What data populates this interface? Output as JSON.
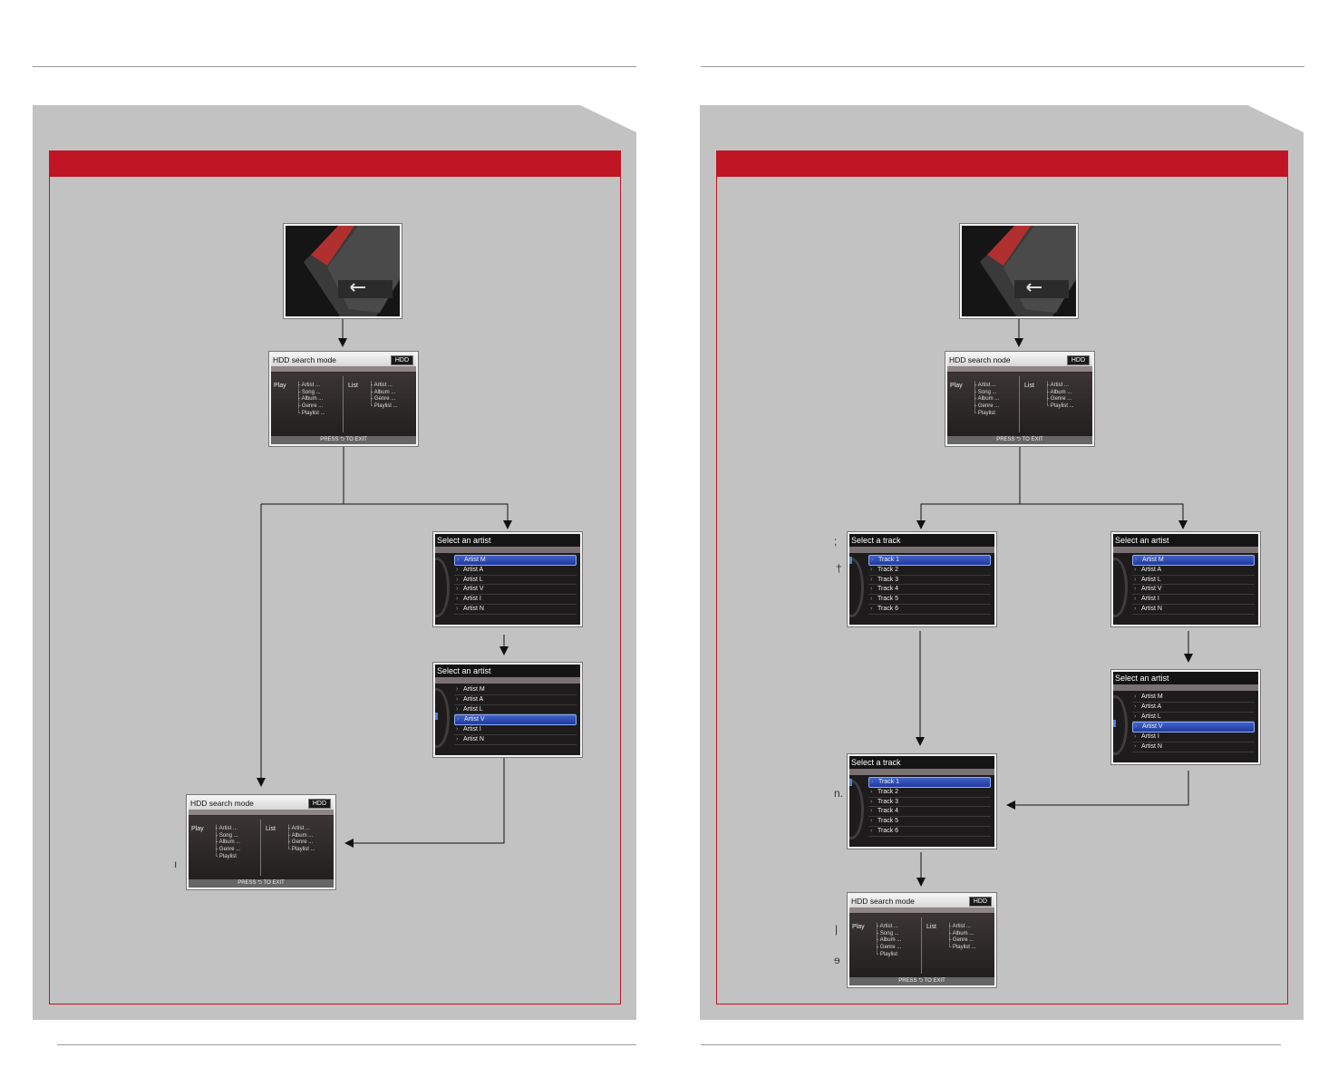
{
  "pages": [
    {
      "press_thumb": {
        "icon": "back-button-icon"
      },
      "hdd_menu": {
        "title": "HDD search mode",
        "badge": "HDD",
        "play_label": "Play",
        "play_items": [
          "Artist ...",
          "Song ...",
          "Album ...",
          "Genre ...",
          "Playlist ..."
        ],
        "list_label": "List",
        "list_items": [
          "Artist ...",
          "Album ...",
          "Genre ...",
          "Playlist ..."
        ],
        "footer": "PRESS ⮌ TO EXIT"
      },
      "artist_screen_1": {
        "title": "Select an artist",
        "items": [
          "Artist M",
          "Artist A",
          "Artist L",
          "Artist V",
          "Artist I",
          "Artist N"
        ],
        "selected_index": 0
      },
      "artist_screen_2": {
        "title": "Select an artist",
        "items": [
          "Artist M",
          "Artist A",
          "Artist L",
          "Artist V",
          "Artist I",
          "Artist N"
        ],
        "selected_index": 3
      },
      "hdd_menu_result": {
        "title": "HDD search mode",
        "badge": "HDD",
        "play_label": "Play",
        "play_items": [
          "Artist ...",
          "Song ...",
          "Album ...",
          "Genre ...",
          "Playlist"
        ],
        "list_label": "List",
        "list_items": [
          "Artist ...",
          "Album ...",
          "Genre ...",
          "Playlist ..."
        ],
        "footer": "PRESS ⮌ TO EXIT"
      }
    },
    {
      "press_thumb": {
        "icon": "back-button-icon"
      },
      "hdd_menu": {
        "title": "HDD search node",
        "badge": "HDD",
        "play_label": "Play",
        "play_items": [
          "Artist ...",
          "Song ...",
          "Album ...",
          "Genre ...",
          "Playlist"
        ],
        "list_label": "List",
        "list_items": [
          "Artist ...",
          "Album ...",
          "Genre ...",
          "Playlist ..."
        ],
        "footer": "PRESS ⮌ TO EXIT"
      },
      "track_screen_1": {
        "title": "Select a track",
        "items": [
          "Track 1",
          "Track 2",
          "Track 3",
          "Track 4",
          "Track 5",
          "Track 6"
        ],
        "selected_index": 0
      },
      "artist_screen_1": {
        "title": "Select an artist",
        "items": [
          "Artist M",
          "Artist A",
          "Artist L",
          "Artist V",
          "Artist I",
          "Artist N"
        ],
        "selected_index": 0
      },
      "artist_screen_2": {
        "title": "Select an artist",
        "items": [
          "Artist M",
          "Artist A",
          "Artist L",
          "Artist V",
          "Artist I",
          "Artist N"
        ],
        "selected_index": 3
      },
      "track_screen_2": {
        "title": "Select a track",
        "items": [
          "Track 1",
          "Track 2",
          "Track 3",
          "Track 4",
          "Track 5",
          "Track 6"
        ],
        "selected_index": 0
      },
      "hdd_menu_result": {
        "title": "HDD search mode",
        "badge": "HDD",
        "play_label": "Play",
        "play_items": [
          "Artist ...",
          "Song ...",
          "Album ...",
          "Genre ...",
          "Playlist"
        ],
        "list_label": "List",
        "list_items": [
          "Artist ...",
          "Album ...",
          "Genre ...",
          "Playlist ..."
        ],
        "footer": "PRESS ⮌ TO EXIT"
      }
    }
  ],
  "edge_fragments": [
    ";",
    "†",
    "n.",
    "|",
    "ɘ",
    "ı"
  ],
  "colors": {
    "panel": "#c2c2c2",
    "header_bar": "#c01524",
    "highlight": "#2e4fb8"
  }
}
